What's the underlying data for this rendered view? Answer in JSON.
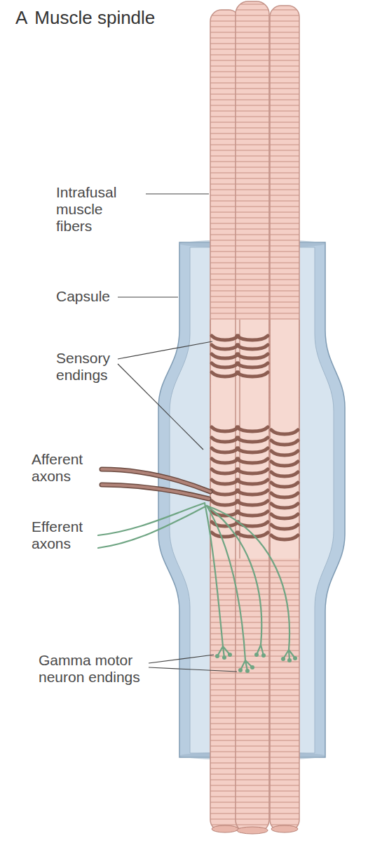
{
  "diagram": {
    "title": "Muscle spindle",
    "labels": [
      "A",
      "Intrafusal muscle fibers",
      "Capsule",
      "Sensory endings",
      "Afferent axons",
      "Efferent axons",
      "Gamma motor neuron endings"
    ]
  }
}
